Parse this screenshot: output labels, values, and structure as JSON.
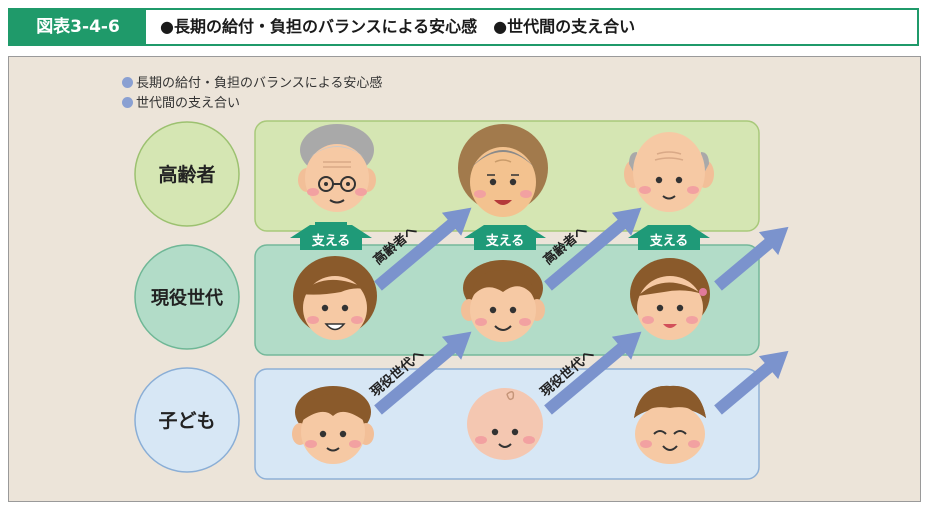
{
  "header": {
    "figure_label": "図表3-4-6",
    "title": "●長期の給付・負担のバランスによる安心感　●世代間の支え合い"
  },
  "bullets": [
    "長期の給付・負担のバランスによる安心感",
    "世代間の支え合い"
  ],
  "rows": [
    {
      "label": "高齢者"
    },
    {
      "label": "現役世代"
    },
    {
      "label": "子ども"
    }
  ],
  "support_label": "支える",
  "arrow_labels": {
    "to_elderly": "高齢者へ",
    "to_working": "現役世代へ"
  },
  "colors": {
    "header_green": "#1f9a6a",
    "elderly_band": "#d5e6b3",
    "working_band": "#b2dcc8",
    "children_band": "#d7e7f5",
    "arrow_blue": "#7b93cd",
    "support_arrow": "#1f9a78"
  }
}
